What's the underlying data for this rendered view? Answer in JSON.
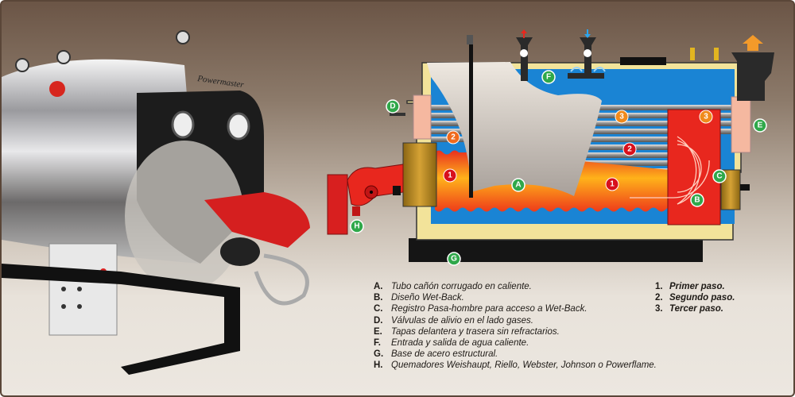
{
  "photo_brand": "Powermaster",
  "callouts": {
    "A": "A",
    "B": "B",
    "C": "C",
    "D": "D",
    "E": "E",
    "F": "F",
    "G": "G",
    "H": "H"
  },
  "passes": {
    "one": "1",
    "two": "2",
    "three": "3"
  },
  "legend_parts": [
    {
      "key": "A.",
      "text": "Tubo cañón corrugado en caliente."
    },
    {
      "key": "B.",
      "text": "Diseño Wet-Back."
    },
    {
      "key": "C.",
      "text": "Registro Pasa-hombre para acceso a Wet-Back."
    },
    {
      "key": "D.",
      "text": "Válvulas de alivio en el lado gases."
    },
    {
      "key": "E.",
      "text": "Tapas delantera y trasera sin refractarios."
    },
    {
      "key": "F.",
      "text": "Entrada y salida de agua caliente."
    },
    {
      "key": "G.",
      "text": "Base de acero estructural."
    },
    {
      "key": "H.",
      "text": "Quemadores Weishaupt, Riello, Webster, Johnson o Powerflame."
    }
  ],
  "legend_passes": [
    {
      "key": "1.",
      "text": "Primer paso."
    },
    {
      "key": "2.",
      "text": "Segundo paso."
    },
    {
      "key": "3.",
      "text": "Tercer paso."
    }
  ],
  "colors": {
    "callout": "#2fa84a",
    "water": "#1a7fd0",
    "fire": "#e8301f",
    "pass_orange": "#f08a1c",
    "insulation": "#f2e39a"
  }
}
